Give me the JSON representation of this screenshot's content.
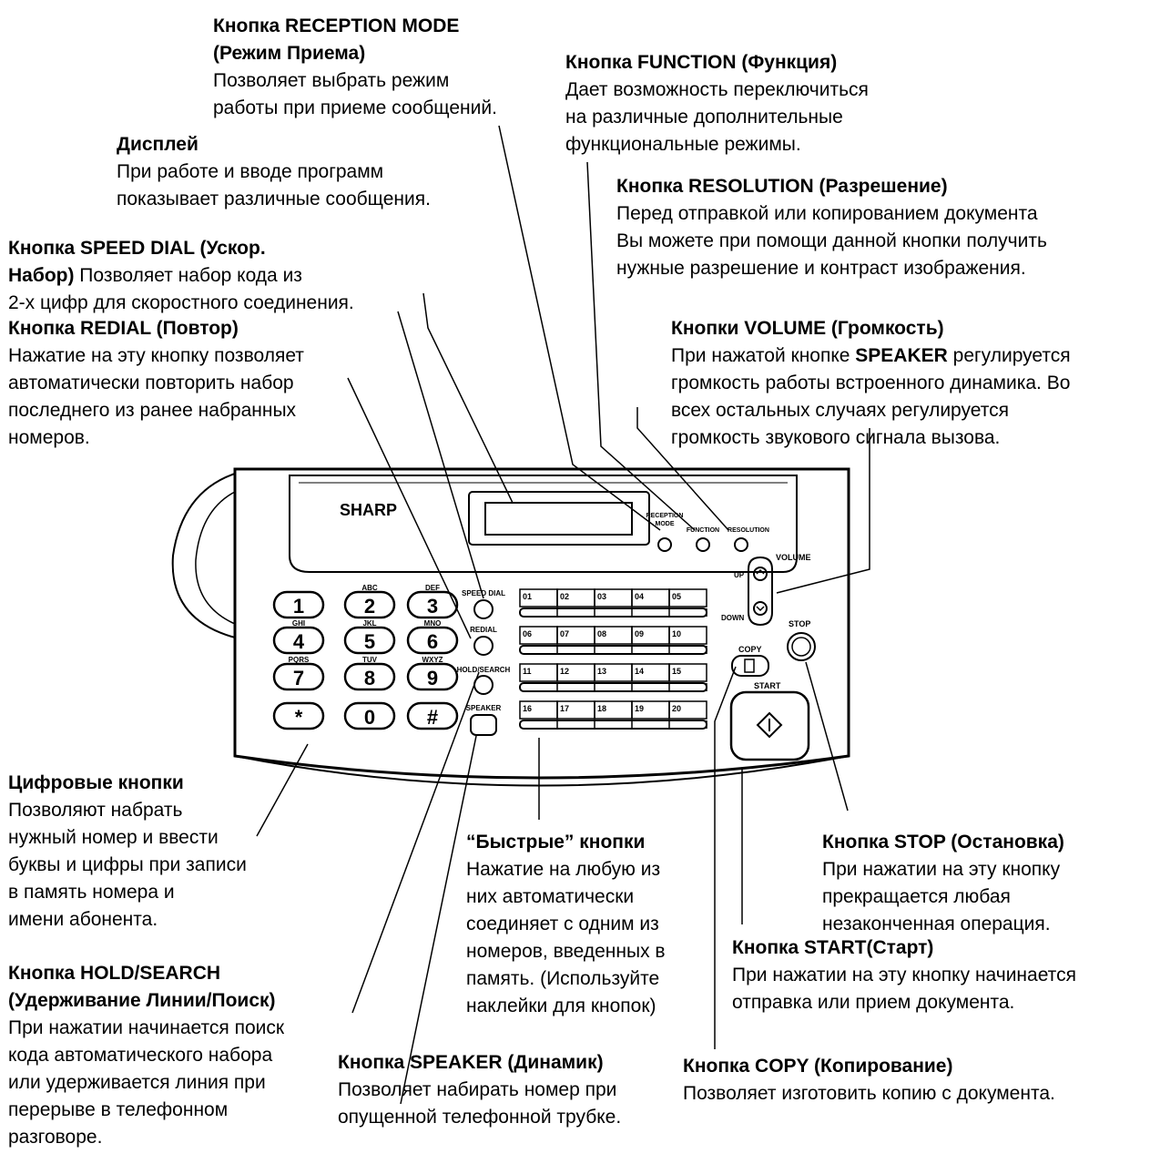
{
  "device": {
    "brand": "SHARP",
    "mode_buttons": [
      "RECEPTION\nMODE",
      "FUNCTION",
      "RESOLUTION"
    ],
    "volume_label": "VOLUME",
    "volume_up": "UP",
    "volume_down": "DOWN",
    "stop_label": "STOP",
    "copy_label": "COPY",
    "start_label": "START",
    "side_buttons": [
      "SPEED DIAL",
      "REDIAL",
      "HOLD/SEARCH",
      "SPEAKER"
    ],
    "keypad": [
      {
        "key": "1",
        "letters": ""
      },
      {
        "key": "2",
        "letters": "ABC"
      },
      {
        "key": "3",
        "letters": "DEF"
      },
      {
        "key": "4",
        "letters": "GHI"
      },
      {
        "key": "5",
        "letters": "JKL"
      },
      {
        "key": "6",
        "letters": "MNO"
      },
      {
        "key": "7",
        "letters": "PQRS"
      },
      {
        "key": "8",
        "letters": "TUV"
      },
      {
        "key": "9",
        "letters": "WXYZ"
      },
      {
        "key": "*",
        "letters": ""
      },
      {
        "key": "0",
        "letters": ""
      },
      {
        "key": "#",
        "letters": ""
      }
    ],
    "speed_keys": [
      "01",
      "02",
      "03",
      "04",
      "05",
      "06",
      "07",
      "08",
      "09",
      "10",
      "11",
      "12",
      "13",
      "14",
      "15",
      "16",
      "17",
      "18",
      "19",
      "20"
    ]
  },
  "annotations": {
    "reception_mode": {
      "title": "Кнопка RECEPTION MODE",
      "title2": "(Режим Приема)",
      "desc": [
        "Позволяет выбрать режим",
        "работы при приеме сообщений."
      ]
    },
    "function": {
      "title": "Кнопка FUNCTION (Функция)",
      "desc": [
        "Дает возможность переключиться",
        "на различные дополнительные",
        "функциональные режимы."
      ]
    },
    "display": {
      "title": "Дисплей",
      "desc": [
        "При работе и вводе программ",
        "показывает различные сообщения."
      ]
    },
    "resolution": {
      "title": "Кнопка RESOLUTION (Разрешение)",
      "desc": [
        "Перед отправкой или копированием документа",
        "Вы можете при помощи данной кнопки получить",
        "нужные разрешение и контраст изображения."
      ]
    },
    "speed_dial": {
      "title": "Кнопка SPEED DIAL (Ускор.",
      "title2": "Набор)",
      "desc_inline": " Позволяет набор кода из",
      "desc": [
        "2-х цифр для скоростного соединения."
      ]
    },
    "volume": {
      "title": "Кнопки VOLUME (Громкость)",
      "desc_pre": "При нажатой кнопке ",
      "desc_bold": "SPEAKER",
      "desc_post": " регулируется",
      "desc": [
        "громкость работы встроенного динамика. Во",
        "всех остальных случаях регулируется",
        "громкость звукового сигнала вызова."
      ]
    },
    "redial": {
      "title": "Кнопка REDIAL (Повтор)",
      "desc": [
        "Нажатие на эту кнопку позволяет",
        "автоматически повторить набор",
        "последнего из ранее набранных",
        "номеров."
      ]
    },
    "numeric": {
      "title": "Цифровые кнопки",
      "desc": [
        "Позволяют набрать",
        "нужный номер и ввести",
        "буквы и цифры при записи",
        "в память номера и",
        "имени абонента."
      ]
    },
    "quick": {
      "title": "“Быстрые” кнопки",
      "desc": [
        "Нажатие на любую из",
        "них автоматически",
        "соединяет с одним из",
        "номеров, введенных в",
        "память. (Используйте",
        "наклейки для кнопок)"
      ]
    },
    "stop": {
      "title": "Кнопка STOP (Остановка)",
      "desc": [
        "При нажатии на эту кнопку",
        "прекращается любая",
        "незаконченная операция."
      ]
    },
    "start": {
      "title": "Кнопка START(Старт)",
      "desc": [
        "При нажатии на эту кнопку начинается",
        "отправка или прием документа."
      ]
    },
    "hold_search": {
      "title": "Кнопка HOLD/SEARCH",
      "title2": "(Удерживание Линии/Поиск)",
      "desc": [
        "При нажатии начинается поиск",
        "кода автоматического набора",
        "или удерживается линия при",
        "перерыве в телефонном",
        "разговоре."
      ]
    },
    "speaker": {
      "title": "Кнопка SPEAKER (Динамик)",
      "desc": [
        "Позволяет набирать номер при",
        "опущенной телефонной трубке."
      ]
    },
    "copy": {
      "title": "Кнопка COPY (Копирование)",
      "desc": [
        "Позволяет изготовить копию с документа."
      ]
    }
  }
}
